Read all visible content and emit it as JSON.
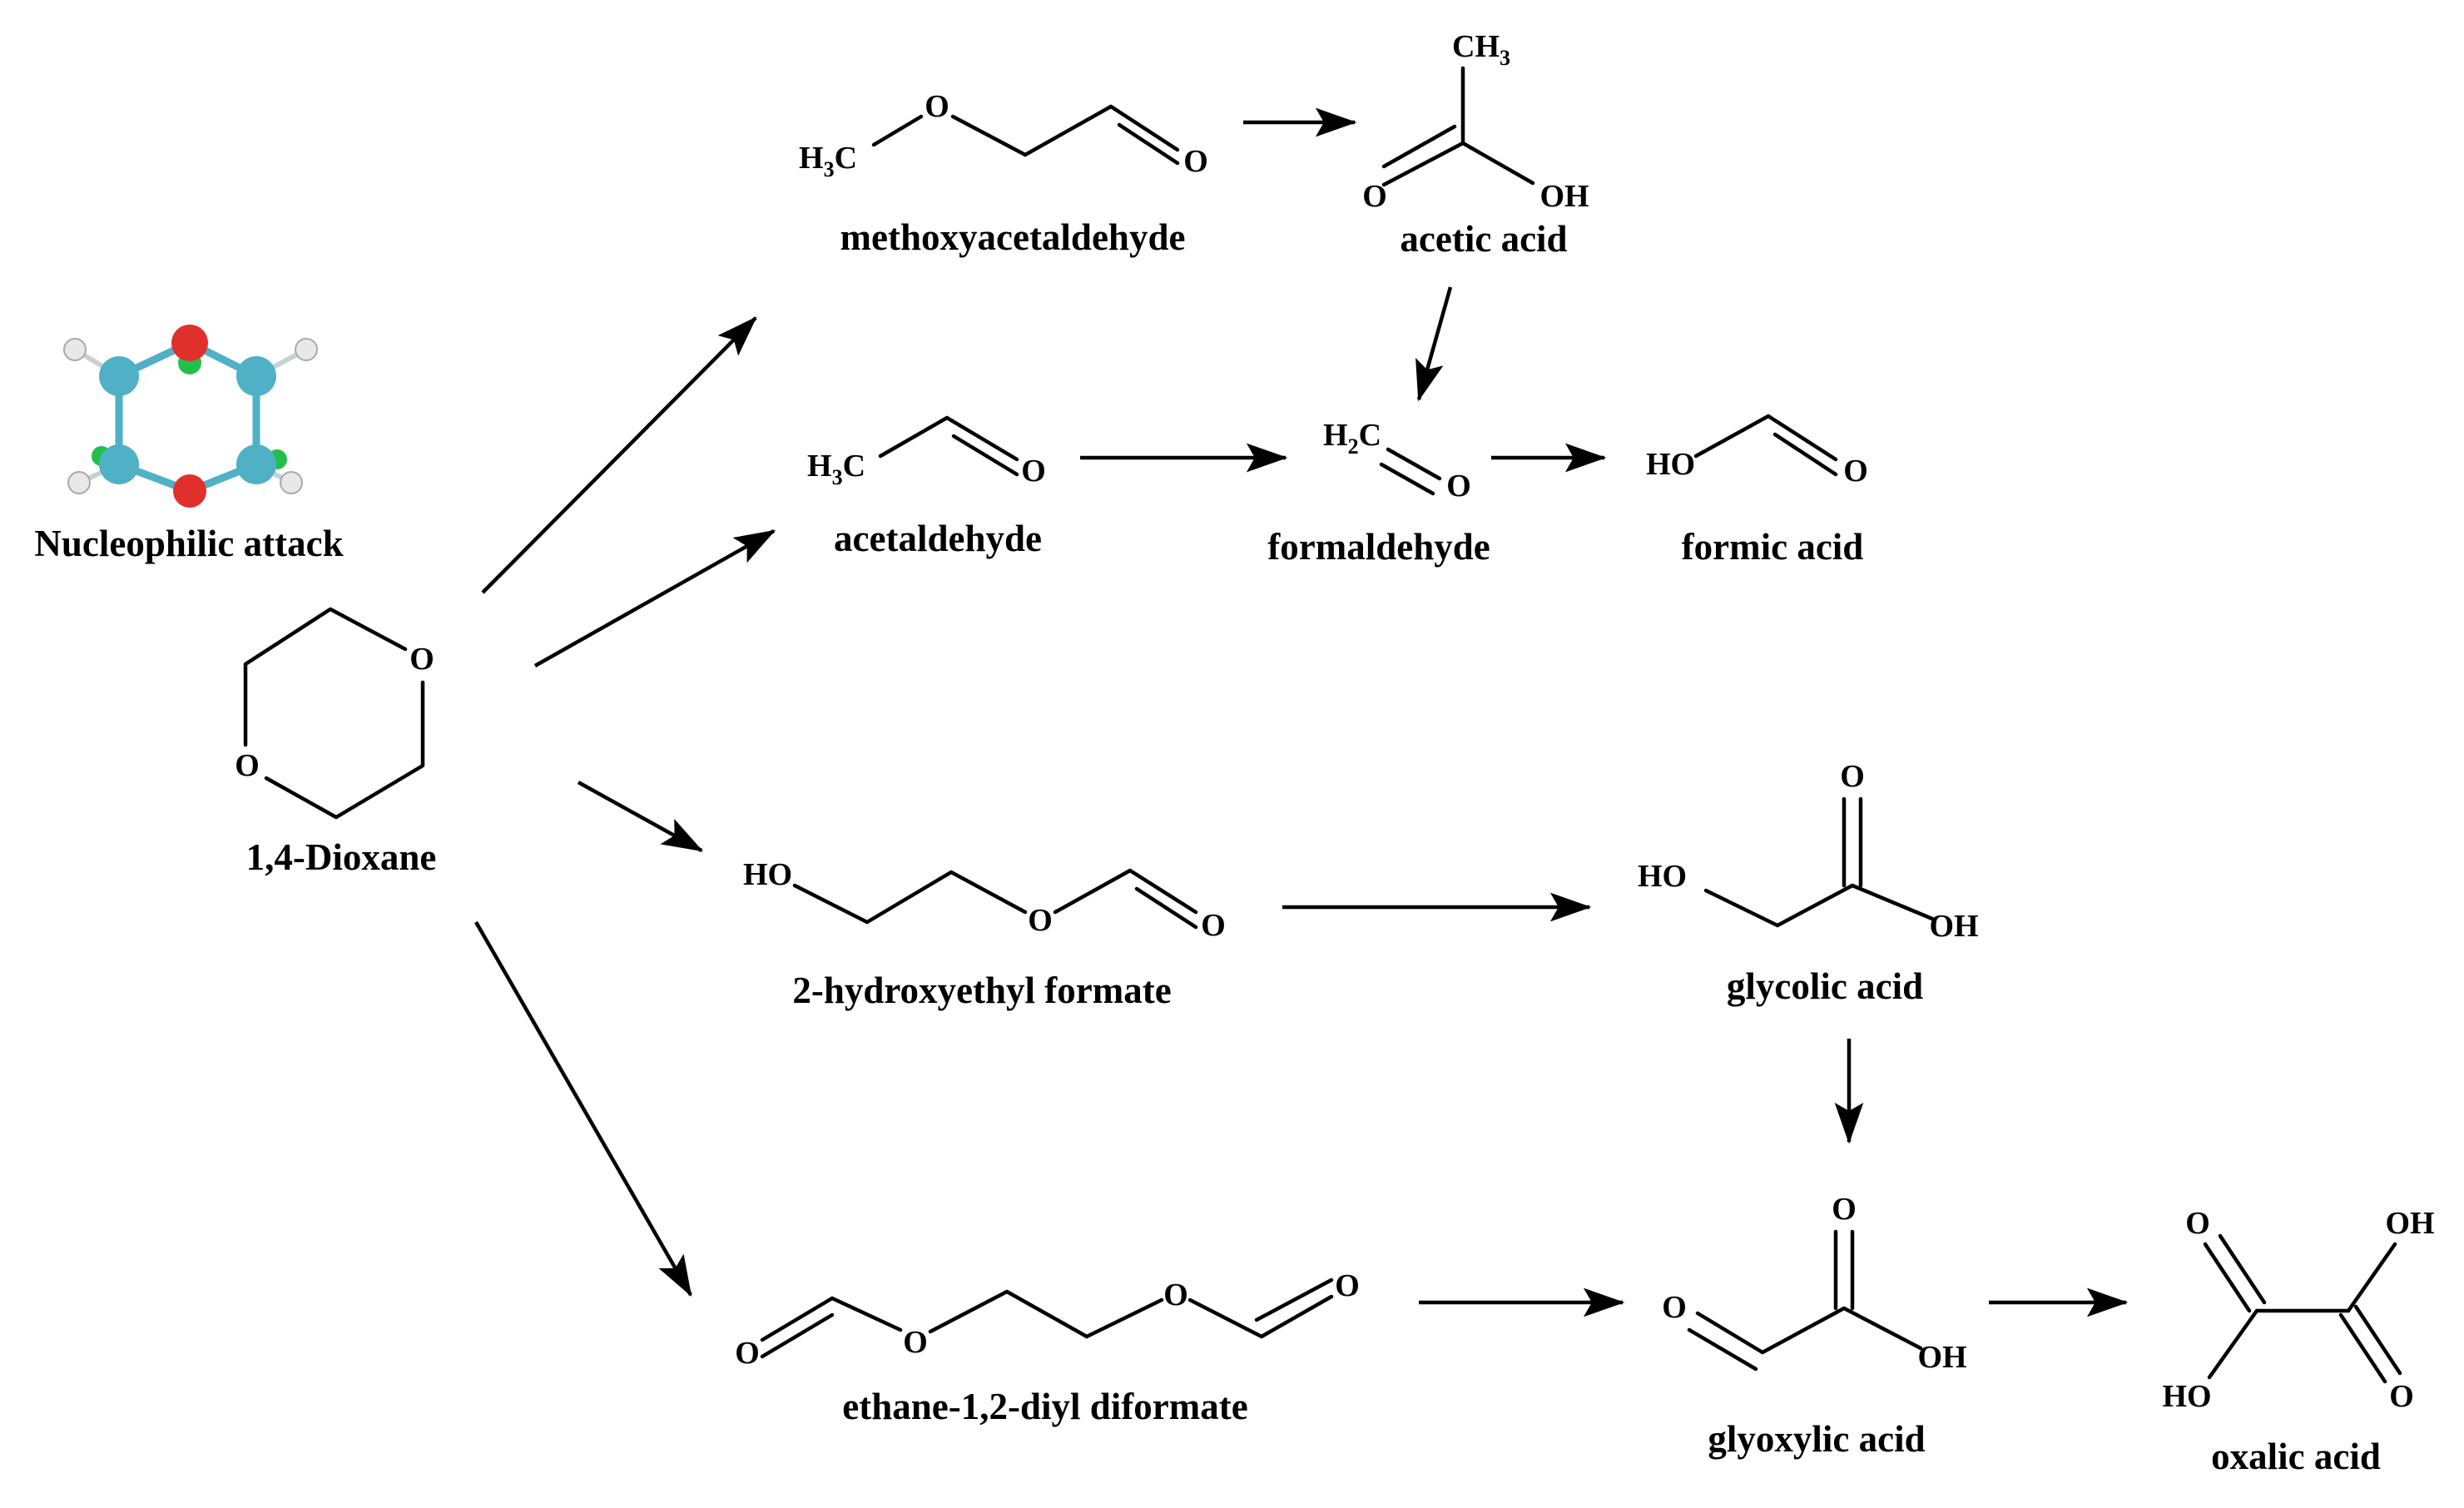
{
  "title": "",
  "labels": {
    "nucleophilic": "Nucleophilic attack",
    "dioxane": "1,4-Dioxane",
    "methoxyacetaldehyde": "methoxyacetaldehyde",
    "acetic_acid": "acetic acid",
    "acetaldehyde": "acetaldehyde",
    "formaldehyde": "formaldehyde",
    "formic_acid": "formic acid",
    "hydroxyethyl_formate": "2-hydroxyethyl formate",
    "glycolic_acid": "glycolic acid",
    "ethane_diformate": "ethane-1,2-diyl diformate",
    "glyoxylic_acid": "glyoxylic acid",
    "oxalic_acid": "oxalic acid"
  },
  "atoms": {
    "O": "O",
    "OH": "OH",
    "HO": "HO",
    "H3C": [
      "H",
      "3",
      "C"
    ],
    "CH3": [
      "CH",
      "3"
    ],
    "H2C": [
      "H",
      "2",
      "C"
    ]
  },
  "colors": {
    "carbon": "#4fb0c6",
    "oxygen": "#e0302b",
    "hydrogen": "#e8e8e8",
    "highlight": "#22c04a"
  },
  "arrows": [
    {
      "from": "1,4-Dioxane",
      "to": "methoxyacetaldehyde"
    },
    {
      "from": "1,4-Dioxane",
      "to": "acetaldehyde"
    },
    {
      "from": "1,4-Dioxane",
      "to": "2-hydroxyethyl formate"
    },
    {
      "from": "1,4-Dioxane",
      "to": "ethane-1,2-diyl diformate"
    },
    {
      "from": "methoxyacetaldehyde",
      "to": "acetic acid"
    },
    {
      "from": "acetic acid",
      "to": "formaldehyde"
    },
    {
      "from": "acetaldehyde",
      "to": "formaldehyde"
    },
    {
      "from": "formaldehyde",
      "to": "formic acid"
    },
    {
      "from": "2-hydroxyethyl formate",
      "to": "glycolic acid"
    },
    {
      "from": "glycolic acid",
      "to": "glyoxylic acid"
    },
    {
      "from": "ethane-1,2-diyl diformate",
      "to": "glyoxylic acid"
    },
    {
      "from": "glyoxylic acid",
      "to": "oxalic acid"
    }
  ]
}
